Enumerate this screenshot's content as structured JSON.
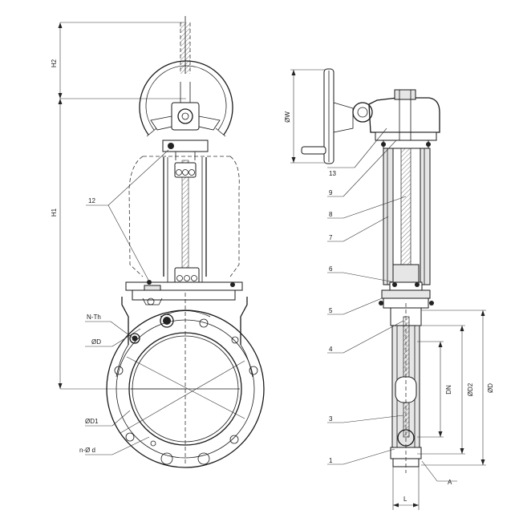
{
  "dimensions": {
    "h2": "H2",
    "h1": "H1",
    "phi_w": "ØW",
    "dn": "DN",
    "phi_d2": "ØD2",
    "phi_d": "ØD",
    "l": "L"
  },
  "front_view_labels": {
    "part_12": "12",
    "n_th": "N-Th",
    "phi_d": "ØD",
    "phi_d1": "ØD1",
    "n_phi_d": "n-Ø d"
  },
  "side_view_labels": {
    "part_13": "13",
    "part_9": "9",
    "part_8": "8",
    "part_7": "7",
    "part_6": "6",
    "part_5": "5",
    "part_4": "4",
    "part_3": "3",
    "part_1": "1",
    "detail_a": "A"
  }
}
